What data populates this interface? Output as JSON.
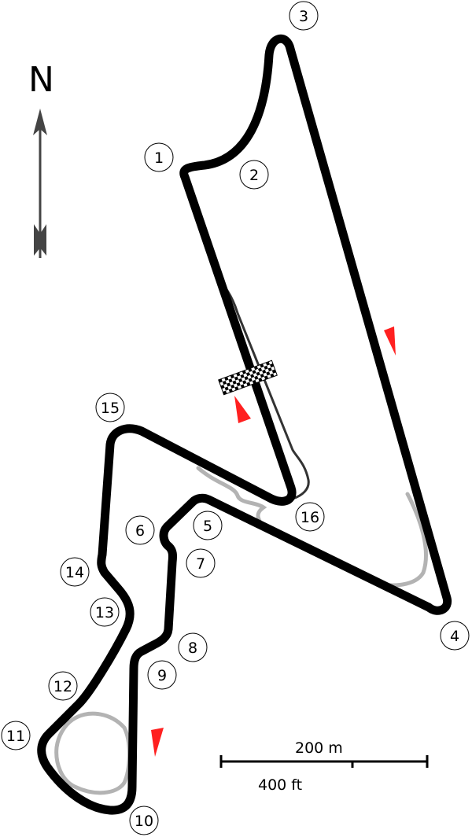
{
  "compass": {
    "label": "N",
    "icon": "north-arrow-icon"
  },
  "scale": {
    "metric": "200 m",
    "imperial": "400 ft"
  },
  "corners": [
    "1",
    "2",
    "3",
    "4",
    "5",
    "6",
    "7",
    "8",
    "9",
    "10",
    "11",
    "12",
    "13",
    "14",
    "15",
    "16"
  ],
  "colors": {
    "track": "#000000",
    "runoff": "#b3b3b3",
    "direction": "#ff2020",
    "pitlane": "#333333"
  }
}
